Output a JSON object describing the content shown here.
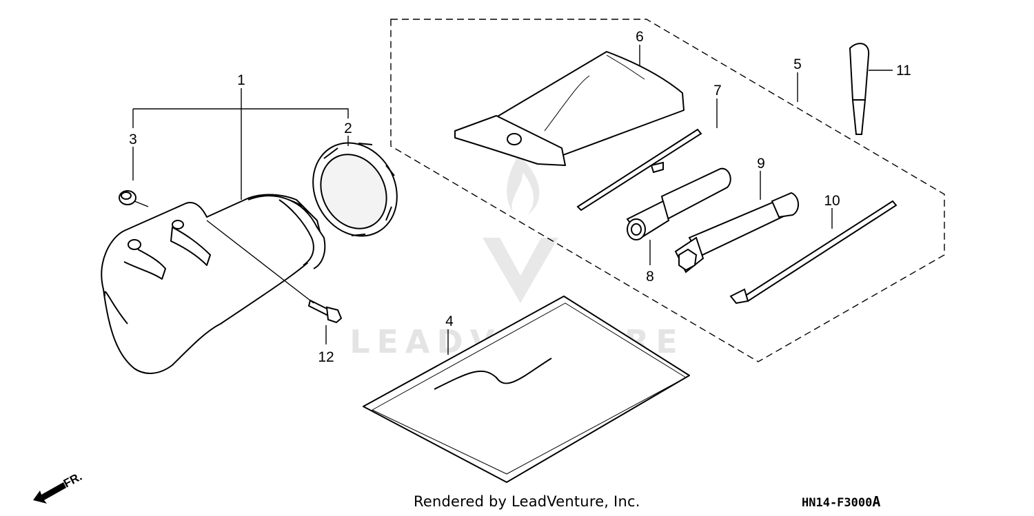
{
  "watermark": "LEADVENTURE",
  "callouts": [
    "1",
    "2",
    "3",
    "4",
    "5",
    "6",
    "7",
    "8",
    "9",
    "10",
    "11",
    "12"
  ],
  "front_marker": "FR.",
  "footer": {
    "rendered_by": "Rendered by LeadVenture, Inc.",
    "diagram_code": "HN14-F3000",
    "diagram_suffix": "A"
  }
}
